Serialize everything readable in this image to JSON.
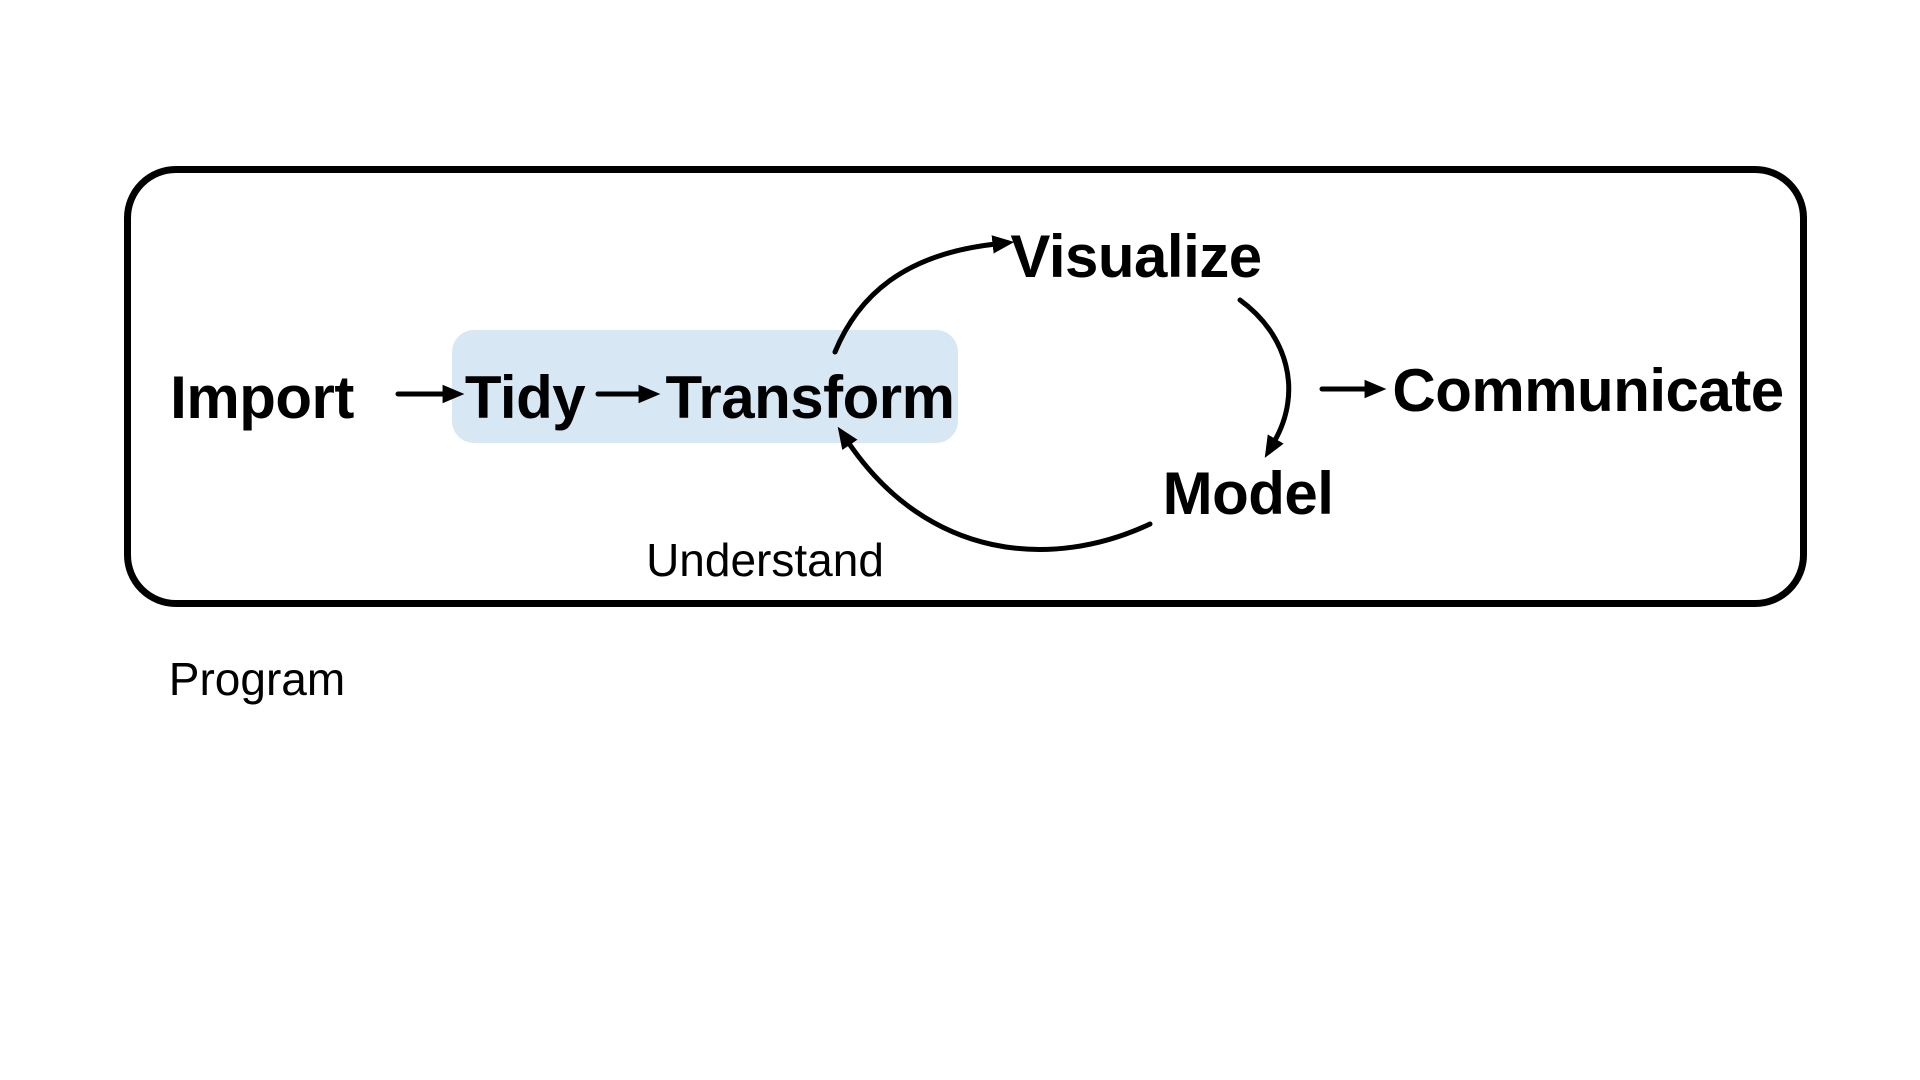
{
  "diagram": {
    "title_context": "Data science workflow",
    "nodes": {
      "import": "Import",
      "tidy": "Tidy",
      "transform": "Transform",
      "visualize": "Visualize",
      "model": "Model",
      "communicate": "Communicate"
    },
    "phases": {
      "understand": "Understand",
      "program": "Program"
    },
    "edges": [
      {
        "from": "Import",
        "to": "Tidy",
        "style": "straight-arrow"
      },
      {
        "from": "Tidy",
        "to": "Transform",
        "style": "straight-arrow"
      },
      {
        "from": "Transform",
        "to": "Visualize",
        "style": "curved-arrow"
      },
      {
        "from": "Visualize",
        "to": "Model",
        "style": "curved-arrow"
      },
      {
        "from": "Model",
        "to": "Transform",
        "style": "curved-arrow"
      },
      {
        "from": "Model",
        "to": "Communicate",
        "style": "straight-arrow"
      }
    ],
    "colors": {
      "background": "#ffffff",
      "ink": "#000000",
      "highlight": "#d7e8f4"
    }
  }
}
